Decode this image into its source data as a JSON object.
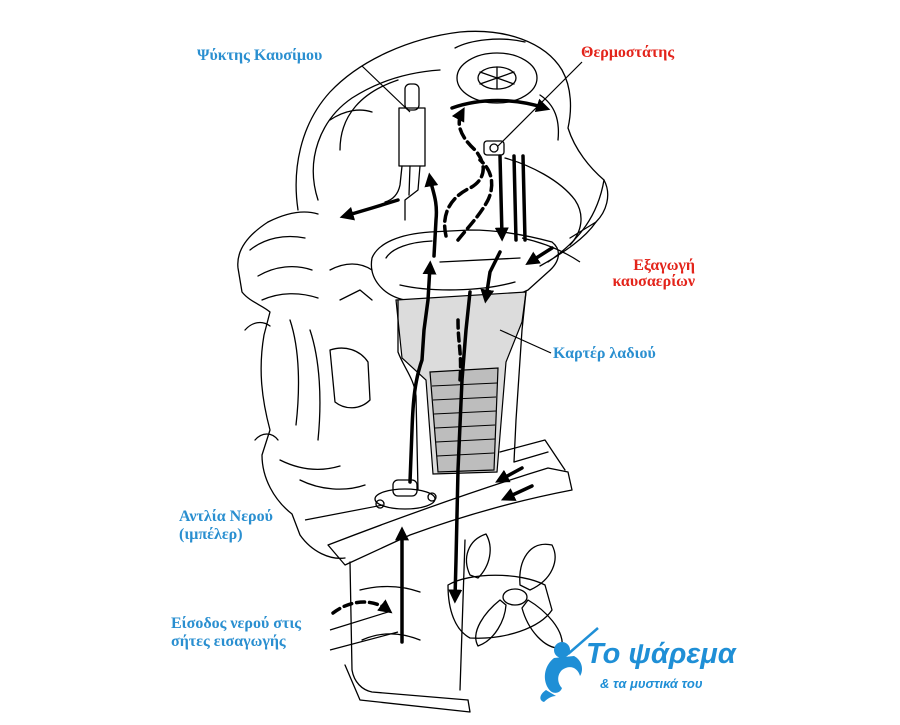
{
  "labels": {
    "fuel_cooler": "Ψύκτης Καυσίμου",
    "thermostat": "Θερμοστάτης",
    "exhaust_line1": "Εξαγωγή",
    "exhaust_line2": "καυσαερίων",
    "oil_pan": "Καρτέρ λαδιού",
    "water_pump_line1": "Αντλία Νερού",
    "water_pump_line2": "(ιμπέλερ)",
    "water_intake_line1": "Είσοδος νερού στις",
    "water_intake_line2": "σήτες εισαγωγής"
  },
  "logo": {
    "title": "Το ψάρεμα",
    "subtitle": "& τα μυστικά του"
  },
  "colors": {
    "label_blue": "#2a8fd0",
    "label_red": "#e3241b",
    "line": "#000000",
    "oil_pan_fill": "#dcdcdc",
    "logo_blue": "#1f8fd6"
  }
}
